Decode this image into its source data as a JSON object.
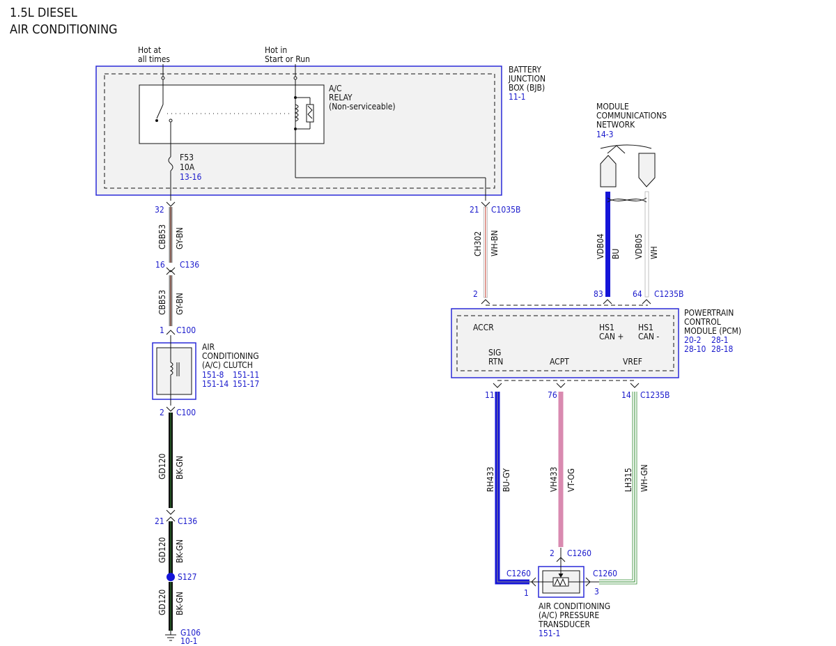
{
  "title": {
    "line1": "1.5L DIESEL",
    "line2": "AIR CONDITIONING"
  },
  "power": {
    "hot_always_1": "Hot at",
    "hot_always_2": "all times",
    "hot_run_1": "Hot in",
    "hot_run_2": "Start or Run"
  },
  "bjb": {
    "name_1": "BATTERY",
    "name_2": "JUNCTION",
    "name_3": "BOX (BJB)",
    "ref": "11-1",
    "relay_1": "A/C",
    "relay_2": "RELAY",
    "relay_3": "(Non-serviceable)",
    "fuse_id": "F53",
    "fuse_rating": "10A",
    "fuse_ref": "13-16"
  },
  "left_circuit": {
    "pin_32": "32",
    "wire1_circuit": "CBB53",
    "wire1_color": "GY-BN",
    "pin_16": "16",
    "conn_c136": "C136",
    "wire2_circuit": "CBB53",
    "wire2_color": "GY-BN",
    "pin_1": "1",
    "conn_c100": "C100",
    "pin_2": "2",
    "conn_c100b": "C100",
    "wire3_circuit": "GD120",
    "wire3_color": "BK-GN",
    "pin_21": "21",
    "conn_c136b": "C136",
    "wire4_circuit": "GD120",
    "wire4_color": "BK-GN",
    "splice": "S127",
    "wire5_circuit": "GD120",
    "wire5_color": "BK-GN",
    "ground": "G106",
    "ground_ref": "10-1"
  },
  "clutch": {
    "name_1": "AIR",
    "name_2": "CONDITIONING",
    "name_3": "(A/C) CLUTCH",
    "ref_1": "151-8",
    "ref_2": "151-11",
    "ref_3": "151-14",
    "ref_4": "151-17"
  },
  "network": {
    "name_1": "MODULE",
    "name_2": "COMMUNICATIONS",
    "name_3": "NETWORK",
    "ref": "14-3"
  },
  "accr_wire": {
    "pin_top": "21",
    "conn_top": "C1035B",
    "circuit": "CH302",
    "color": "WH-BN",
    "pin_bottom": "2"
  },
  "can_wires": {
    "w1_circuit": "VDB04",
    "w1_color": "BU",
    "w2_circuit": "VDB05",
    "w2_color": "WH",
    "pin_83": "83",
    "pin_64": "64",
    "conn": "C1235B"
  },
  "pcm": {
    "name_1": "POWERTRAIN",
    "name_2": "CONTROL",
    "name_3": "MODULE (PCM)",
    "ref_1": "20-2",
    "ref_2": "28-1",
    "ref_3": "28-10",
    "ref_4": "28-18",
    "pin_accr": "ACCR",
    "pin_hs1p_1": "HS1",
    "pin_hs1p_2": "CAN +",
    "pin_hs1m_1": "HS1",
    "pin_hs1m_2": "CAN -",
    "pin_sig_1": "SIG",
    "pin_sig_2": "RTN",
    "pin_acpt": "ACPT",
    "pin_vref": "VREF"
  },
  "sensor_wires": {
    "pin_11": "11",
    "pin_76": "76",
    "pin_14": "14",
    "conn": "C1235B",
    "w1_circuit": "RH433",
    "w1_color": "BU-GY",
    "w2_circuit": "VH433",
    "w2_color": "VT-OG",
    "w3_circuit": "LH315",
    "w3_color": "WH-GN",
    "pin_2": "2",
    "conn_c1260_top": "C1260",
    "conn_c1260_left": "C1260",
    "pin_1": "1",
    "conn_c1260_right": "C1260",
    "pin_3": "3"
  },
  "transducer": {
    "name_1": "AIR CONDITIONING",
    "name_2": "(A/C) PRESSURE",
    "name_3": "TRANSDUCER",
    "ref": "151-1"
  },
  "colors": {
    "outline_blue": "#2a2ad8",
    "label_blue": "#1a1acc",
    "box_fill": "#f2f2f2",
    "wire_gray": "#8c8c8c",
    "wire_brown": "#8b4a3a",
    "wire_black": "#111111",
    "wire_green": "#2e8b2e",
    "wire_blue": "#1515d8",
    "wire_violet": "#d98ab0"
  }
}
